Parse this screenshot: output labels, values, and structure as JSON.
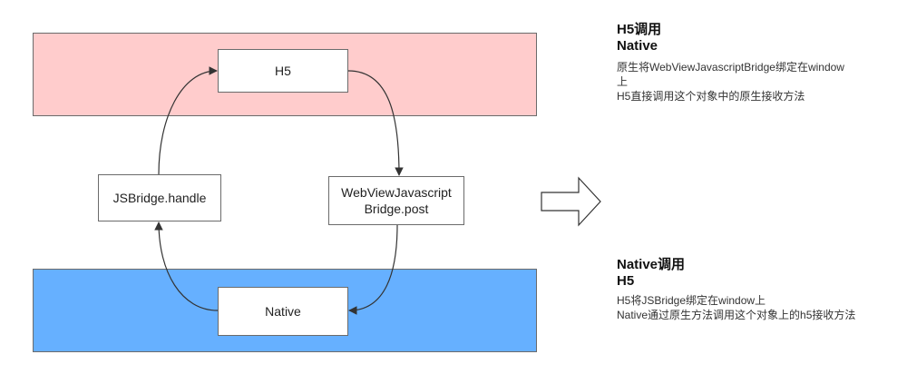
{
  "diagram": {
    "nodes": {
      "h5": "H5",
      "native": "Native",
      "jsbridge": "JSBridge.handle",
      "webview": "WebViewJavascript\nBridge.post"
    }
  },
  "panel_top": {
    "title_line1": "H5调用",
    "title_line2": "Native",
    "line1": "原生将WebViewJavascriptBridge绑定在window",
    "line2": "上",
    "line3": "H5直接调用这个对象中的原生接收方法"
  },
  "panel_bottom": {
    "title_line1": "Native调用",
    "title_line2": "H5",
    "line1": "H5将JSBridge绑定在window上",
    "line2": "Native通过原生方法调用这个对象上的h5接收方法"
  }
}
